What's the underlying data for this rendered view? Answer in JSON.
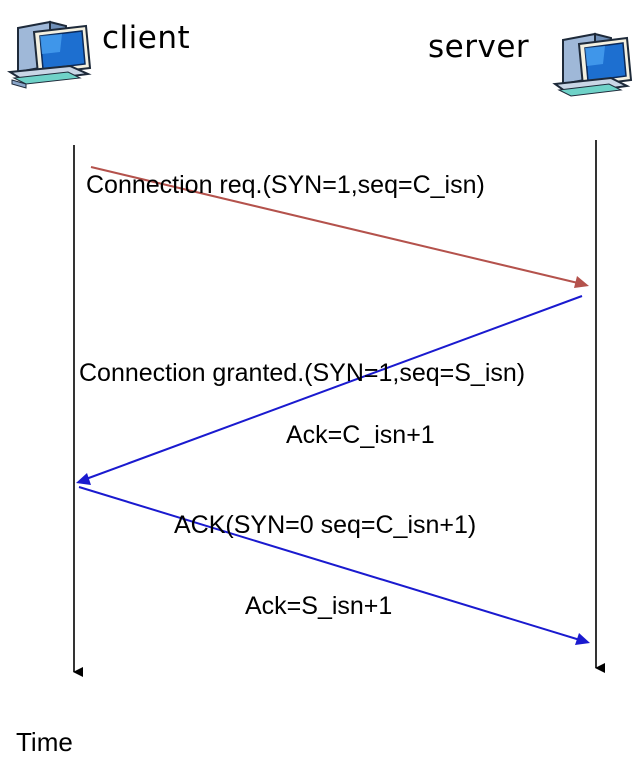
{
  "hosts": {
    "client": {
      "label": "client",
      "icon": "computer-icon"
    },
    "server": {
      "label": "server",
      "icon": "computer-icon"
    }
  },
  "messages": [
    {
      "label": "Connection req.(SYN=1,seq=C_isn)",
      "color": "#b4524c",
      "direction": "client-to-server"
    },
    {
      "label": "Connection granted.(SYN=1,seq=S_isn)",
      "sublabel": "Ack=C_isn+1",
      "color": "#1a1acf",
      "direction": "server-to-client"
    },
    {
      "label": "ACK(SYN=0 seq=C_isn+1)",
      "sublabel": "Ack=S_isn+1",
      "color": "#1a1acf",
      "direction": "client-to-server"
    }
  ],
  "axis": {
    "label": "Time"
  }
}
